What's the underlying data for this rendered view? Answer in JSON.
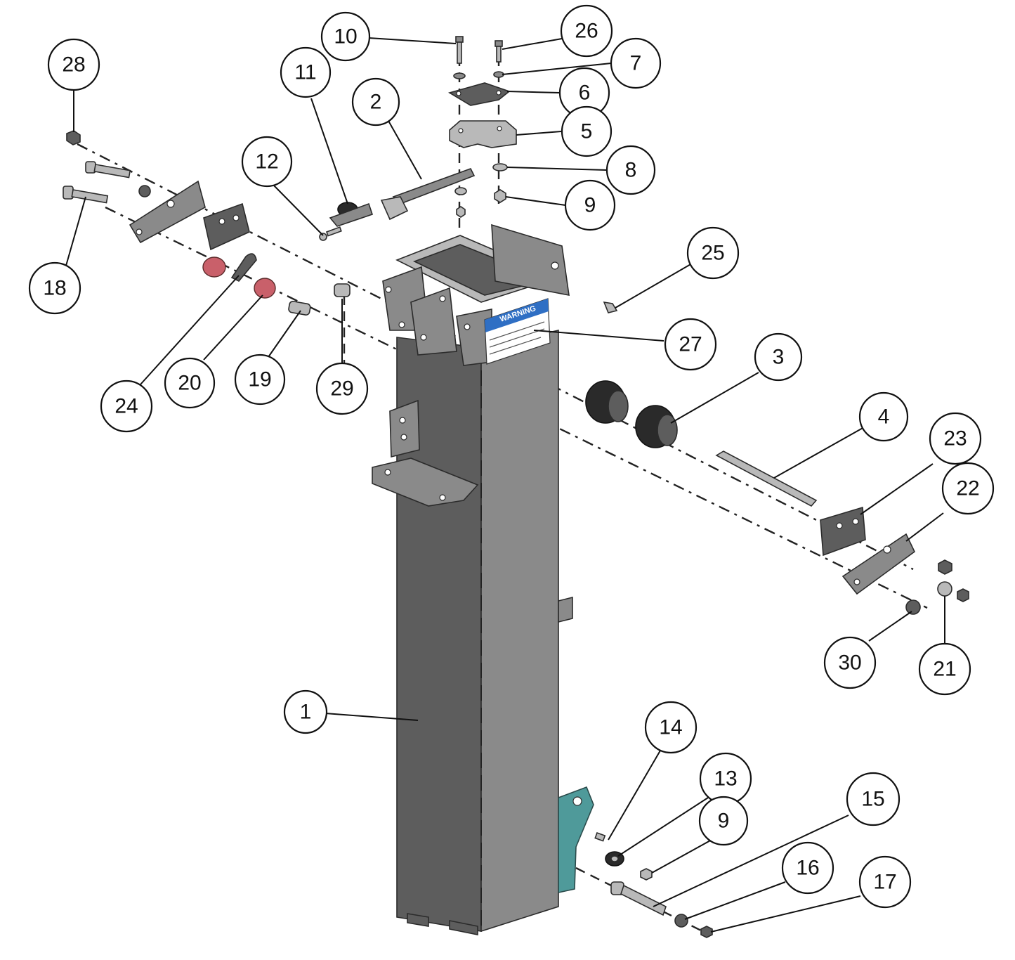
{
  "callouts": [
    {
      "id": "10",
      "label": "10"
    },
    {
      "id": "26",
      "label": "26"
    },
    {
      "id": "7",
      "label": "7"
    },
    {
      "id": "11",
      "label": "11"
    },
    {
      "id": "2",
      "label": "2"
    },
    {
      "id": "6",
      "label": "6"
    },
    {
      "id": "28",
      "label": "28"
    },
    {
      "id": "5",
      "label": "5"
    },
    {
      "id": "12",
      "label": "12"
    },
    {
      "id": "8",
      "label": "8"
    },
    {
      "id": "9",
      "label": "9"
    },
    {
      "id": "25",
      "label": "25"
    },
    {
      "id": "18",
      "label": "18"
    },
    {
      "id": "27",
      "label": "27"
    },
    {
      "id": "3",
      "label": "3"
    },
    {
      "id": "24",
      "label": "24"
    },
    {
      "id": "20",
      "label": "20"
    },
    {
      "id": "19",
      "label": "19"
    },
    {
      "id": "29",
      "label": "29"
    },
    {
      "id": "4",
      "label": "4"
    },
    {
      "id": "23",
      "label": "23"
    },
    {
      "id": "22",
      "label": "22"
    },
    {
      "id": "30",
      "label": "30"
    },
    {
      "id": "21",
      "label": "21"
    },
    {
      "id": "1",
      "label": "1"
    },
    {
      "id": "14",
      "label": "14"
    },
    {
      "id": "13",
      "label": "13"
    },
    {
      "id": "15",
      "label": "15"
    },
    {
      "id": "9b",
      "label": "9"
    },
    {
      "id": "16",
      "label": "16"
    },
    {
      "id": "17",
      "label": "17"
    }
  ],
  "warning_label": {
    "title": "WARNING"
  },
  "colors": {
    "metal": "#8a8a8a",
    "rubber": "#2a2a2a",
    "spacer": "#c9606a",
    "bracket": "#4f9a9a",
    "label_bar": "#2f6fc4"
  }
}
